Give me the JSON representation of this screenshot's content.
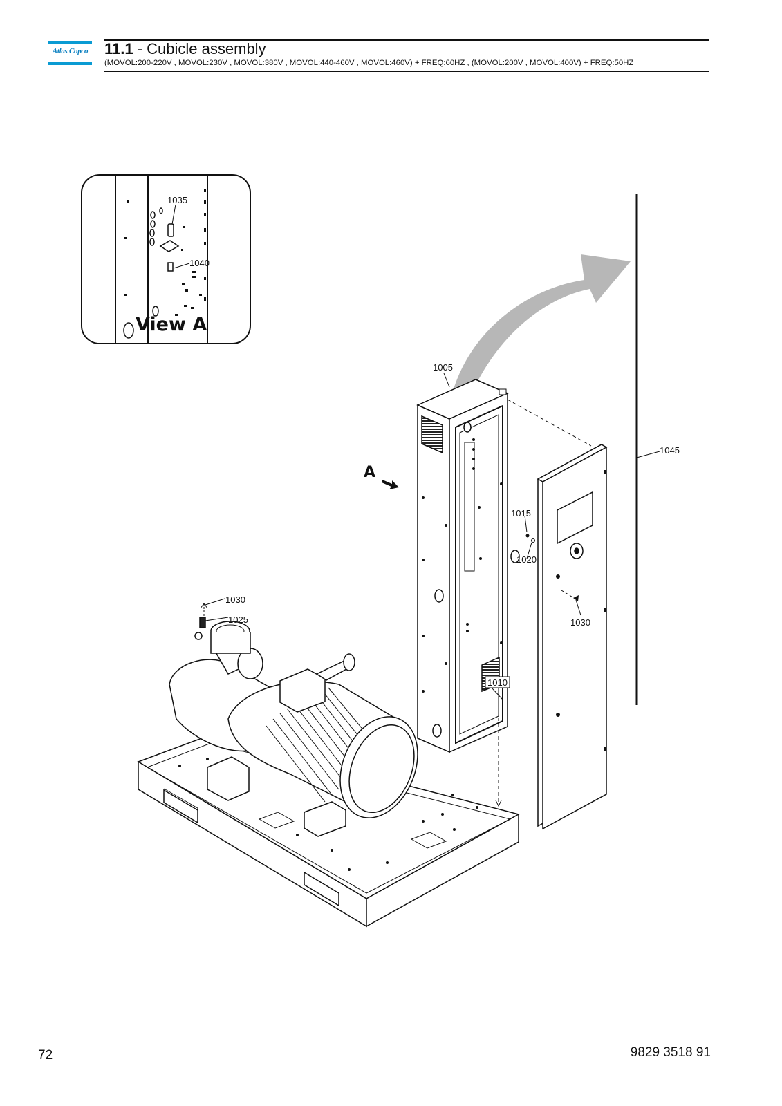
{
  "header": {
    "brand": "Atlas Copco",
    "section_number": "11.1",
    "section_title": " - Cubicle assembly",
    "subtitle": "(MOVOL:200-220V , MOVOL:230V , MOVOL:380V , MOVOL:440-460V , MOVOL:460V) + FREQ:60HZ , (MOVOL:200V , MOVOL:400V) + FREQ:50HZ"
  },
  "drawing": {
    "view_label": "View A",
    "view_arrow_label": "A",
    "callouts": {
      "c1005": "1005",
      "c1010": "1010",
      "c1015": "1015",
      "c1020": "1020",
      "c1025": "1025",
      "c1030_left": "1030",
      "c1030_right": "1030",
      "c1035": "1035",
      "c1040": "1040",
      "c1045": "1045"
    }
  },
  "footer": {
    "page_number": "72",
    "document_number": "9829 3518 91"
  }
}
